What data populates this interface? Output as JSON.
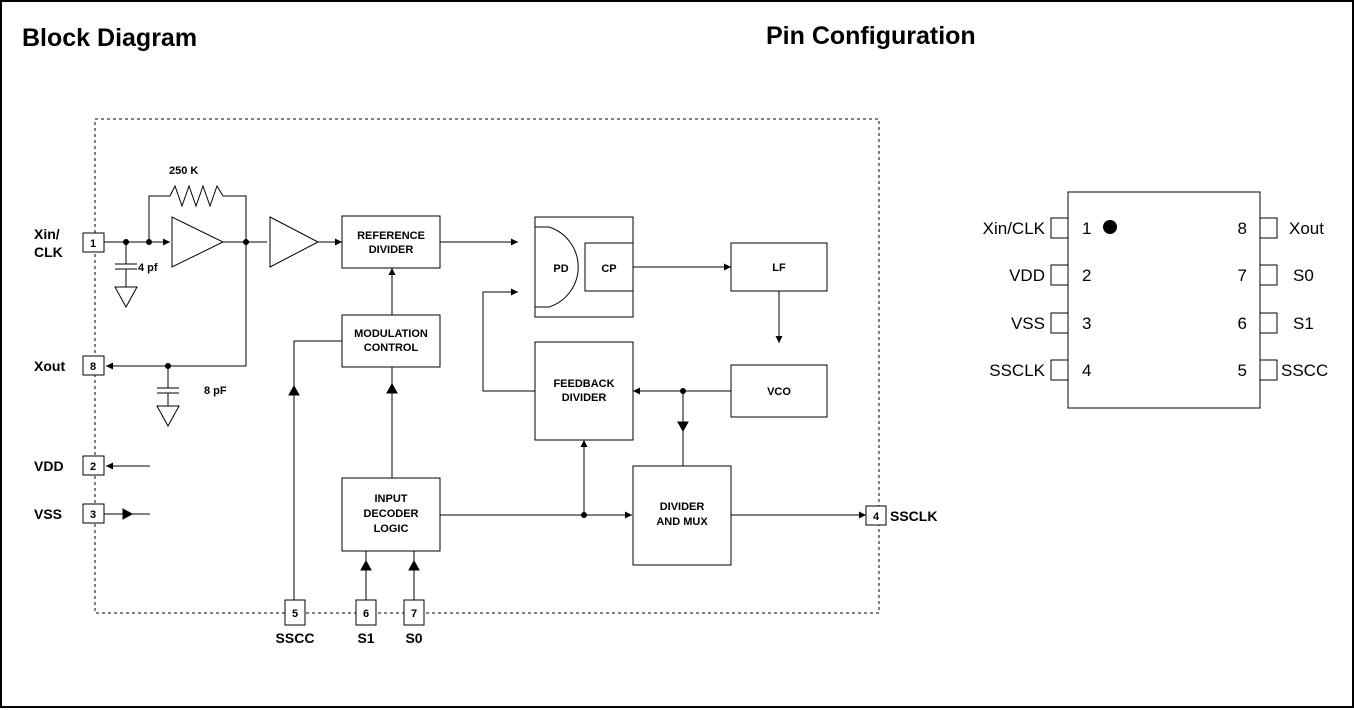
{
  "titles": {
    "block_diagram": "Block Diagram",
    "pin_configuration": "Pin Configuration"
  },
  "block": {
    "resistor_label": "250 K",
    "cap_in_label": "4 pf",
    "cap_out_label": "8 pF",
    "reference_divider": [
      "REFERENCE",
      "DIVIDER"
    ],
    "modulation_control": [
      "MODULATION",
      "CONTROL"
    ],
    "input_decoder": [
      "INPUT",
      "DECODER",
      "LOGIC"
    ],
    "pd": "PD",
    "cp": "CP",
    "lf": "LF",
    "vco": "VCO",
    "feedback_divider": [
      "FEEDBACK",
      "DIVIDER"
    ],
    "divider_mux": [
      "DIVIDER",
      "AND MUX"
    ],
    "pins": {
      "xin_label": [
        "Xin/",
        "CLK"
      ],
      "xin_num": "1",
      "xout_label": "Xout",
      "xout_num": "8",
      "vdd_label": "VDD",
      "vdd_num": "2",
      "vss_label": "VSS",
      "vss_num": "3",
      "sscc_label": "SSCC",
      "sscc_num": "5",
      "s1_label": "S1",
      "s1_num": "6",
      "s0_label": "S0",
      "s0_num": "7",
      "ssclk_label": "SSCLK",
      "ssclk_num": "4"
    }
  },
  "package": {
    "left_pins": [
      {
        "name": "Xin/CLK",
        "num": "1"
      },
      {
        "name": "VDD",
        "num": "2"
      },
      {
        "name": "VSS",
        "num": "3"
      },
      {
        "name": "SSCLK",
        "num": "4"
      }
    ],
    "right_pins": [
      {
        "name": "Xout",
        "num": "8"
      },
      {
        "name": "S0",
        "num": "7"
      },
      {
        "name": "S1",
        "num": "6"
      },
      {
        "name": "SSCC",
        "num": "5"
      }
    ]
  }
}
